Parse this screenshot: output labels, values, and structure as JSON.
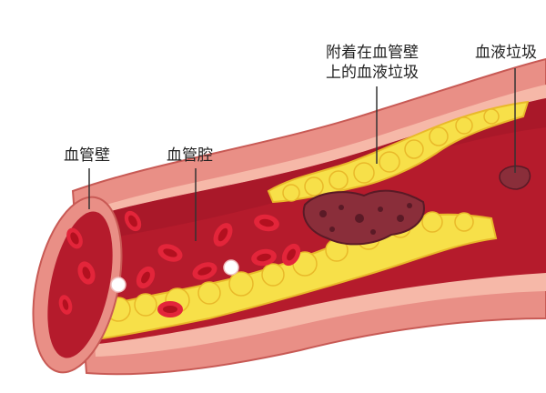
{
  "labels": {
    "vessel_wall": "血管壁",
    "lumen": "血管腔",
    "plaque_line1": "附着在血管壁",
    "plaque_line2": "上的血液垃圾",
    "blood_debris": "血液垃圾"
  },
  "colors": {
    "outer_wall": "#e98f86",
    "outer_wall_dark": "#c85a55",
    "inner_wall": "#f6b8a8",
    "lumen": "#b51b2c",
    "rbc": "#e3253a",
    "rbc_center": "#b3101f",
    "plaque": "#f7e049",
    "plaque_edge": "#e9b92a",
    "clot": "#8a2e3a",
    "clot_spot": "#5a1a26",
    "wbc": "#ffffff",
    "leader": "#333333"
  }
}
